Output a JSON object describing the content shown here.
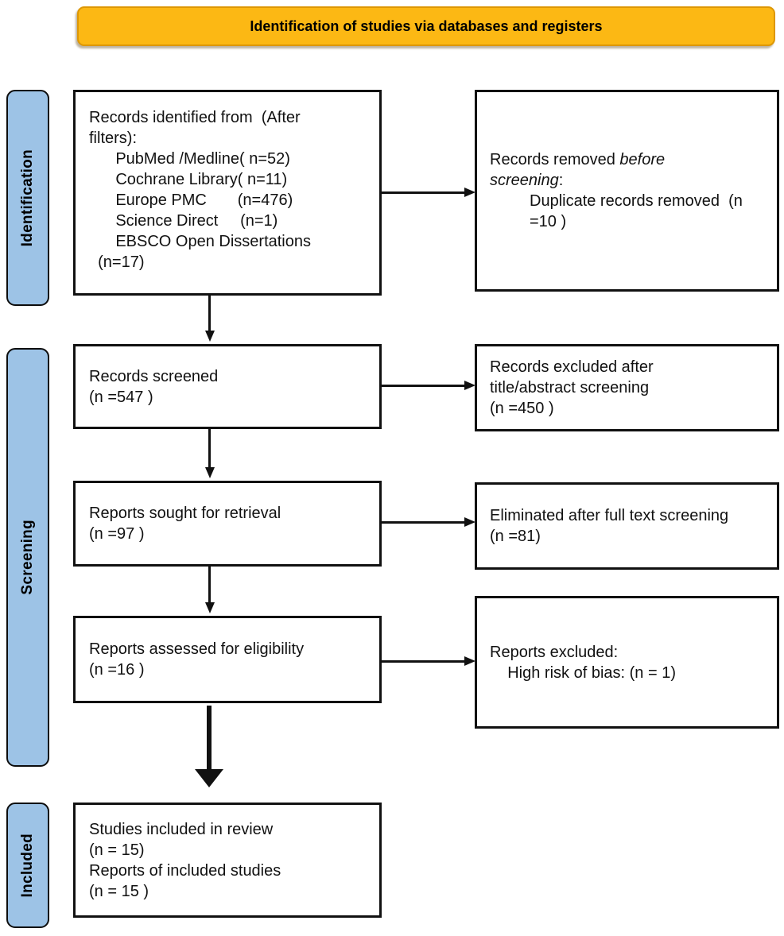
{
  "banner": {
    "label": "Identification of studies via databases and registers"
  },
  "stages": {
    "identification": "Identification",
    "screening": "Screening",
    "included": "Included"
  },
  "boxes": {
    "records_identified": {
      "text": "Records identified from  (After\nfilters):\n      PubMed /Medline( n=52)\n      Cochrane Library( n=11)\n      Europe PMC       (n=476)\n      Science Direct     (n=1)\n      EBSCO Open Dissertations\n  (n=17)"
    },
    "records_removed": {
      "pre": "Records removed ",
      "italic_line1": "before",
      "italic_line2": "screening",
      "post": ":",
      "detail": "Duplicate records removed  (n\n=10 )"
    },
    "records_screened": {
      "text": "Records screened\n(n =547 )"
    },
    "records_excluded": {
      "text": "Records excluded after\ntitle/abstract screening\n(n =450 )"
    },
    "reports_sought": {
      "text": "Reports sought for retrieval\n(n =97 )"
    },
    "eliminated_full_text": {
      "text": "Eliminated after full text screening\n(n =81)"
    },
    "reports_assessed": {
      "text": "Reports assessed for eligibility\n(n =16 )"
    },
    "reports_excluded": {
      "text": "Reports excluded:\n    High risk of bias: (n = 1)"
    },
    "studies_included": {
      "text": "Studies included in review\n(n = 15)\nReports of included studies\n(n = 15 )"
    }
  },
  "colors": {
    "banner_bg": "#FCB814",
    "banner_border": "#DD9705",
    "stage_bg": "#9DC3E6",
    "box_border": "#111111",
    "text": "#111111"
  }
}
